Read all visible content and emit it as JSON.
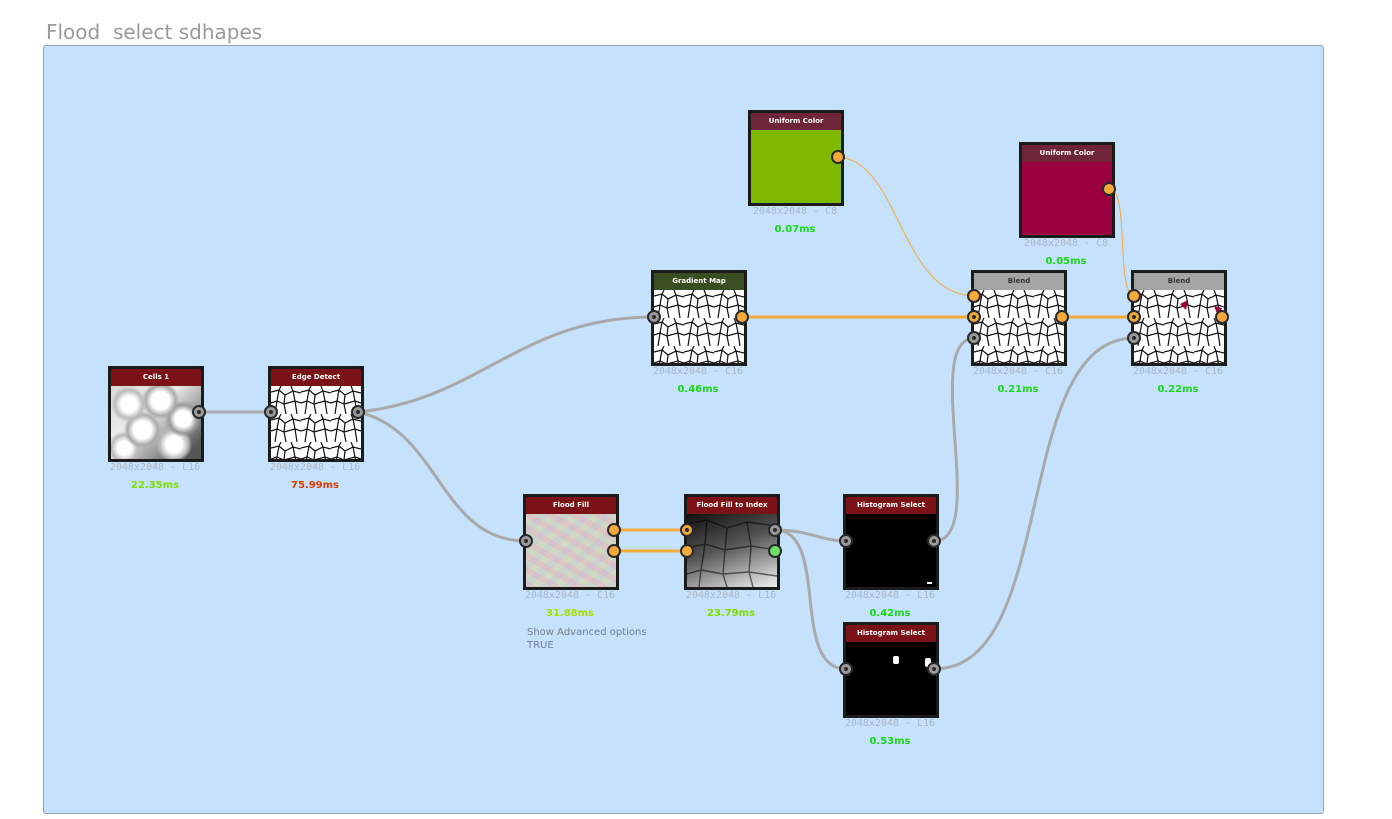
{
  "graph_title": "Flood  select sdhapes",
  "nodes": {
    "cells1": {
      "title": "Cells 1",
      "resolution": "2048x2048 - L16",
      "time": "22.35ms",
      "time_color": "#7fe000"
    },
    "edge_detect": {
      "title": "Edge Detect",
      "resolution": "2048x2048 - L16",
      "time": "75.99ms",
      "time_color": "#e03c00"
    },
    "gradient_map": {
      "title": "Gradient Map",
      "resolution": "2048x2048 - C16",
      "time": "0.46ms",
      "time_color": "#18d818"
    },
    "uniform_color_1": {
      "title": "Uniform Color",
      "resolution": "2048x2048 - C8",
      "time": "0.07ms",
      "time_color": "#18d818",
      "color": "#7fb800"
    },
    "uniform_color_2": {
      "title": "Uniform Color",
      "resolution": "2048x2048 - C8",
      "time": "0.05ms",
      "time_color": "#18d818",
      "color": "#9c0140"
    },
    "blend_1": {
      "title": "Blend",
      "resolution": "2048x2048 - C16",
      "time": "0.21ms",
      "time_color": "#18d818"
    },
    "blend_2": {
      "title": "Blend",
      "resolution": "2048x2048 - C16",
      "time": "0.22ms",
      "time_color": "#18d818"
    },
    "flood_fill": {
      "title": "Flood Fill",
      "resolution": "2048x2048 - C16",
      "time": "31.88ms",
      "time_color": "#a6e000",
      "note_label": "Show Advanced options",
      "note_value": "TRUE"
    },
    "flood_fill_to_index": {
      "title": "Flood Fill to Index",
      "resolution": "2048x2048 - L16",
      "time": "23.79ms",
      "time_color": "#7fe000"
    },
    "histogram_select_1": {
      "title": "Histogram Select",
      "resolution": "2048x2048 - L16",
      "time": "0.42ms",
      "time_color": "#18d818"
    },
    "histogram_select_2": {
      "title": "Histogram Select",
      "resolution": "2048x2048 - L16",
      "time": "0.53ms",
      "time_color": "#18d818"
    }
  },
  "colors": {
    "canvas": "#c5e1fc",
    "wire_gray": "#a9a9a9",
    "wire_orange": "#f5a93b",
    "header_red": "#7a1217",
    "header_green": "#3a4e22",
    "header_grey": "#a5a5a5",
    "header_maroon": "#6e2538"
  }
}
